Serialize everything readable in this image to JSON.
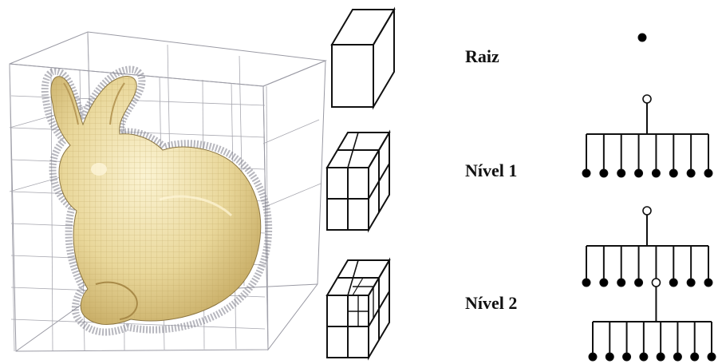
{
  "labels": {
    "root": "Raiz",
    "level1": "Nível 1",
    "level2": "Nível 2"
  },
  "colors": {
    "line": "#111111",
    "bunny_fill": "#ecdca0",
    "bunny_shadow": "#c9b06a",
    "grid": "#9a9aa4",
    "node_filled": "#000000",
    "node_open": "#ffffff"
  },
  "tree": {
    "children_per_node": 8,
    "levels": [
      "root",
      "level1",
      "level2"
    ]
  }
}
